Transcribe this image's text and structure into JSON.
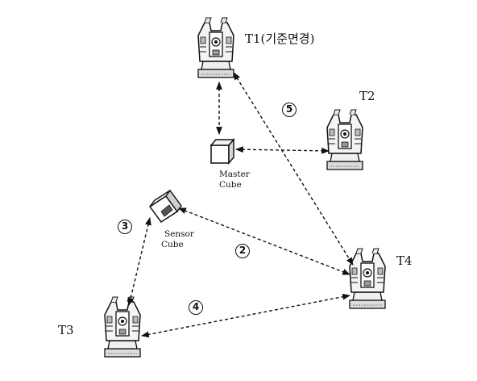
{
  "stations": {
    "t1": {
      "label": "T1(기준면경)"
    },
    "t2": {
      "label": "T2"
    },
    "t3": {
      "label": "T3"
    },
    "t4": {
      "label": "T4"
    }
  },
  "cubes": {
    "master": {
      "line1": "Master",
      "line2": "Cube"
    },
    "sensor": {
      "line1": "Sensor",
      "line2": "Cube"
    }
  },
  "step_markers": {
    "m2": "2",
    "m3": "3",
    "m4": "4",
    "m5": "5"
  },
  "colors": {
    "ink": "#111111",
    "instrument_fill": "#f2f2f2",
    "shade": "#9a9a9a"
  }
}
